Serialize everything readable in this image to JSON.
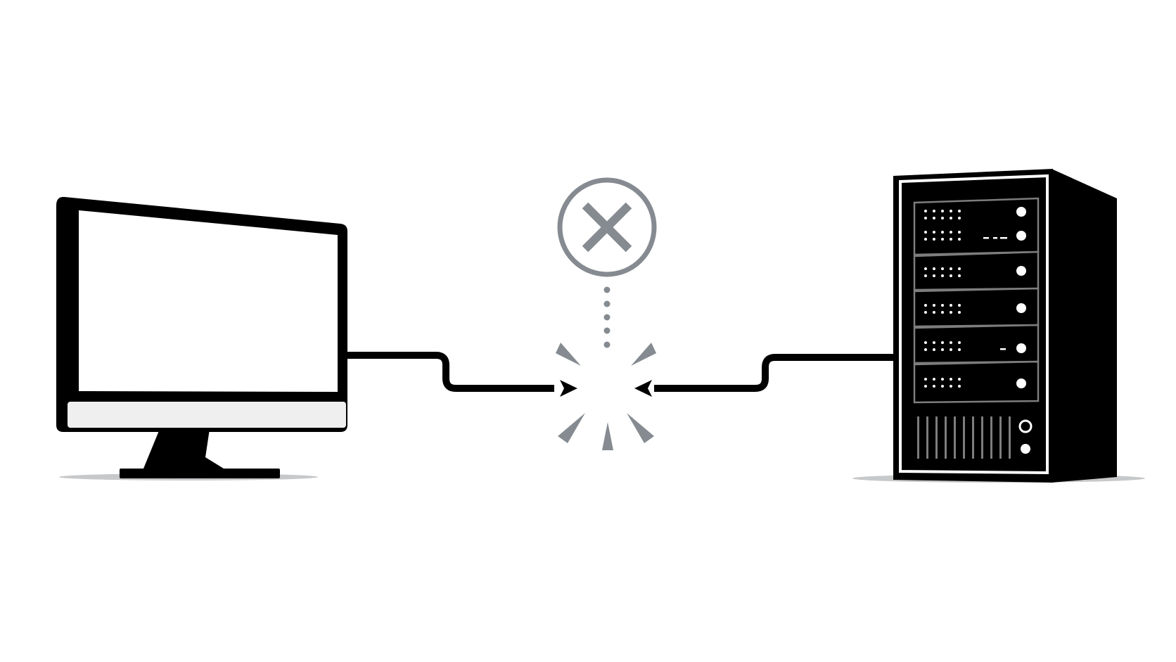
{
  "diagram": {
    "nodes": [
      {
        "id": "client",
        "kind": "desktop-monitor"
      },
      {
        "id": "server",
        "kind": "server-tower"
      }
    ],
    "connection": {
      "from": "client",
      "to": "server",
      "status": "failed",
      "indicator_icon": "close-circle-icon",
      "break_icon": "burst-icon"
    },
    "server_rack": {
      "units": 5,
      "vent_slots": 11
    }
  },
  "colors": {
    "background": "#ffffff",
    "ink": "#000000",
    "error_gray": "#858b90",
    "shadow": "#c6c8ca",
    "screen": "#ffffff",
    "monitor_chin": "#efefef",
    "server_line": "#7d7d7d"
  }
}
